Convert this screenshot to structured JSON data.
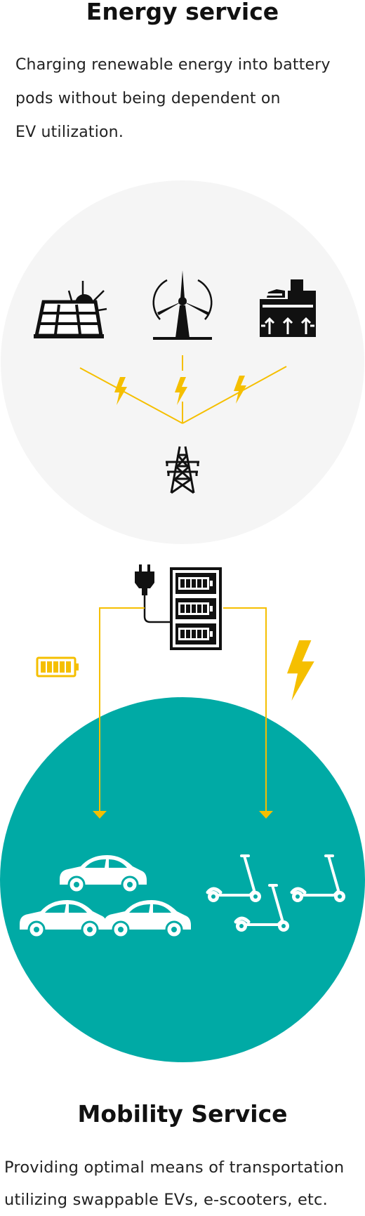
{
  "energy": {
    "title": "Energy service",
    "description_lines": [
      "Charging renewable energy into battery",
      "pods without being dependent on",
      "EV utilization."
    ]
  },
  "mobility": {
    "title": "Mobility Service",
    "description_lines": [
      "Providing optimal means of transportation",
      "utilizing swappable EVs, e-scooters, etc."
    ]
  },
  "icons": {
    "sources": [
      "solar-panel-icon",
      "wind-turbine-icon",
      "factory-icon"
    ],
    "grid": "power-tower-icon",
    "hub": "battery-pod-rack-icon",
    "plug": "plug-icon",
    "side": [
      "battery-icon",
      "lightning-icon"
    ],
    "vehicles": [
      "car-icon",
      "car-icon",
      "car-icon",
      "scooter-icon",
      "scooter-icon",
      "scooter-icon"
    ]
  },
  "colors": {
    "accent": "#f5bf00",
    "mobility_circle": "#00aaa5",
    "energy_circle": "#f5f5f5",
    "icon_dark": "#111111"
  }
}
